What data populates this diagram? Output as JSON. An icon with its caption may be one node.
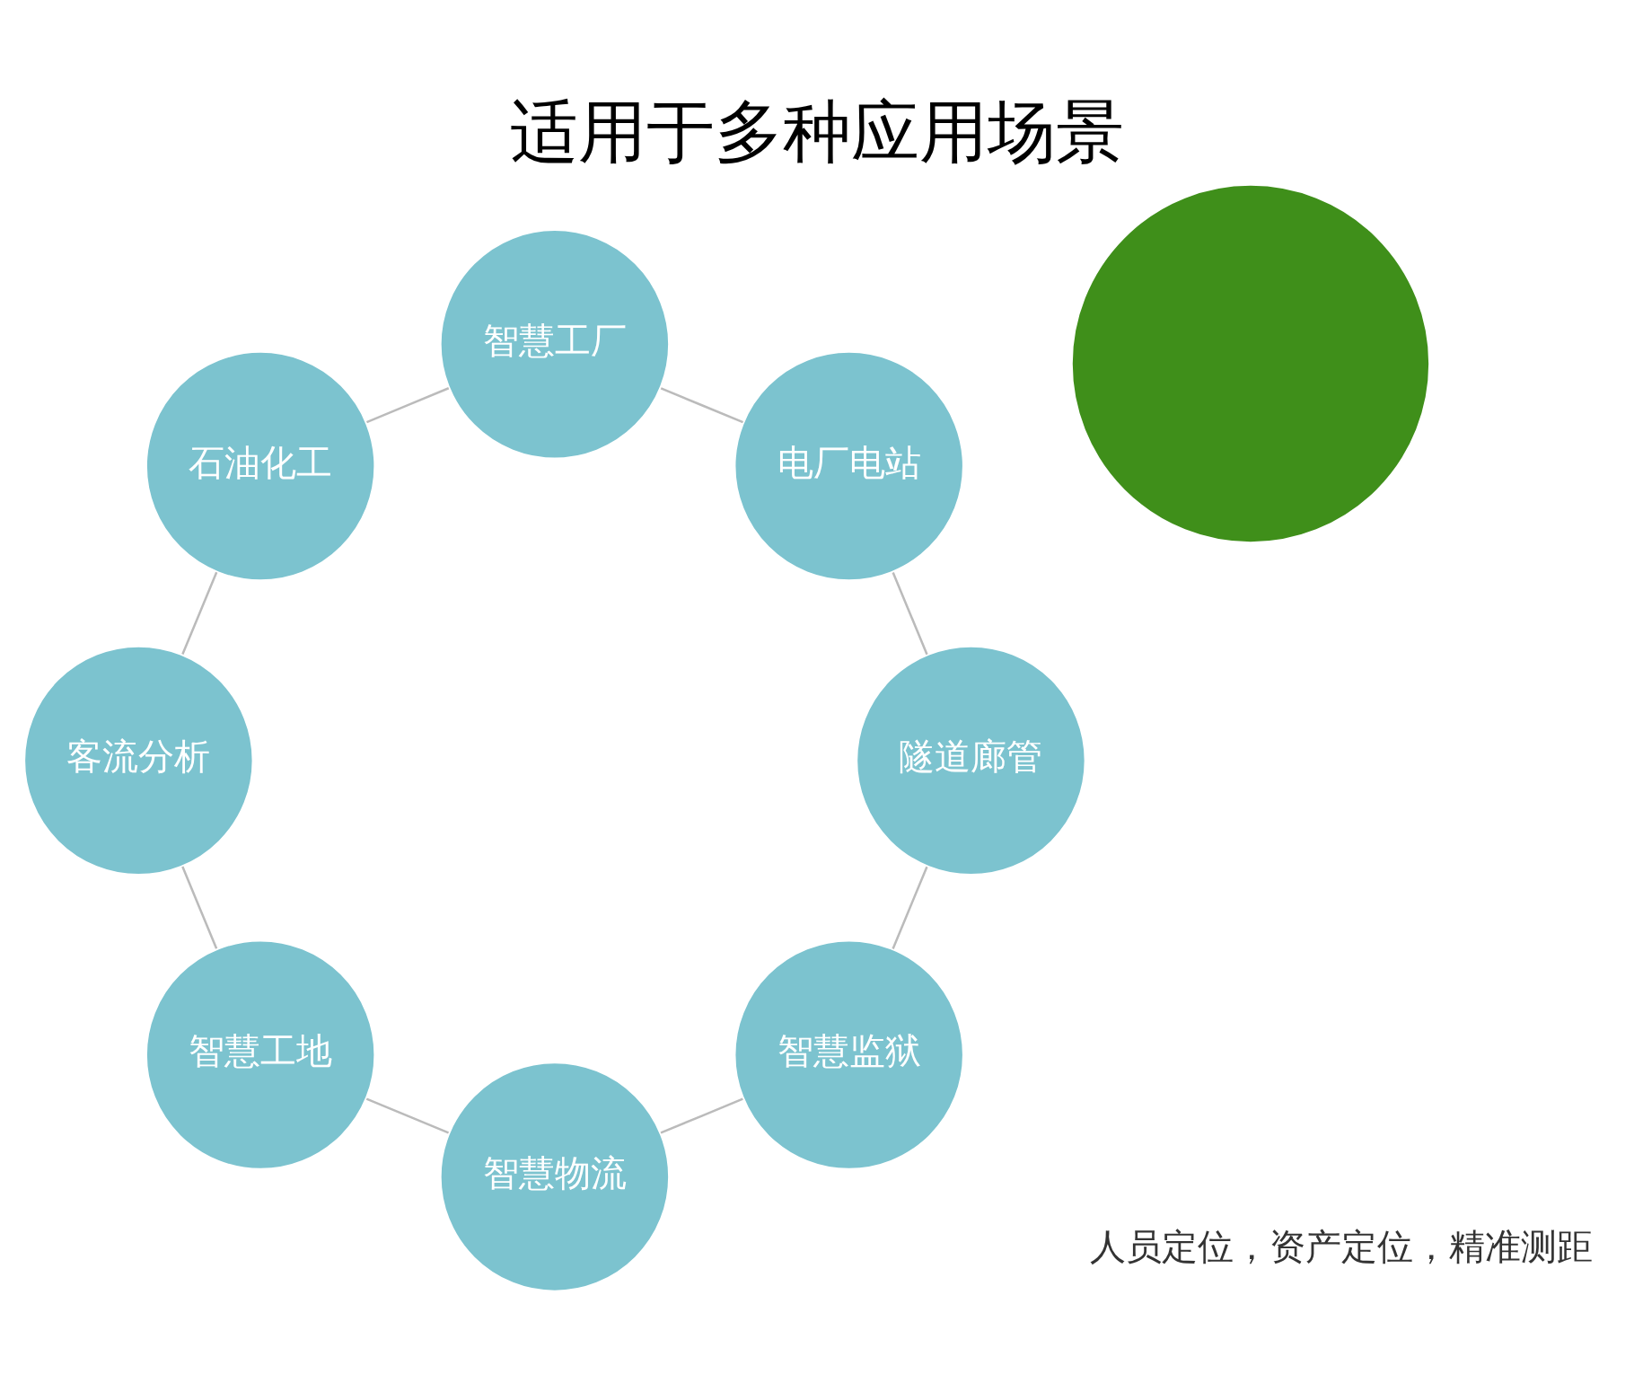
{
  "diagram": {
    "title": "适用于多种应用场景",
    "nodes": [
      {
        "text": [
          "智慧监狱"
        ]
      },
      {
        "text": [
          "智慧物流"
        ]
      },
      {
        "text": [
          "智慧工地"
        ]
      },
      {
        "text": [
          "客流分析"
        ]
      },
      {
        "text": [
          "石油化工"
        ]
      },
      {
        "text": [
          "智慧工厂"
        ]
      },
      {
        "text": [
          "电厂电站"
        ]
      },
      {
        "text": [
          "隧道廊管"
        ]
      },
      {
        "text": [],
        "shape": "circle"
      }
    ],
    "edges": [
      {
        "from": 0,
        "to": 1,
        "arrow": "none"
      },
      {
        "from": 1,
        "to": 2,
        "arrow": "none"
      },
      {
        "from": 2,
        "to": 3,
        "arrow": "none"
      },
      {
        "from": 3,
        "to": 4,
        "arrow": "none"
      },
      {
        "from": 4,
        "to": 5,
        "arrow": "none"
      },
      {
        "from": 5,
        "to": 6,
        "arrow": "none"
      },
      {
        "from": 6,
        "to": 7,
        "arrow": "none"
      },
      {
        "from": 7,
        "to": 0,
        "arrow": "none"
      }
    ],
    "labels": [
      "人员定位，资产定位，精准测距"
    ]
  }
}
